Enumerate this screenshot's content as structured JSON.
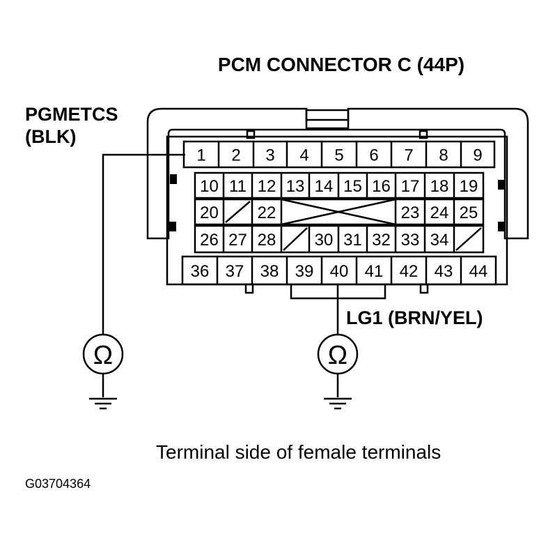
{
  "title": "PCM CONNECTOR C (44P)",
  "left_probe": {
    "line1": "PGMETCS",
    "line2": "(BLK)",
    "symbol": "Ω",
    "ground_icon": "ground-icon"
  },
  "right_probe": {
    "label": "LG1 (BRN/YEL)",
    "symbol": "Ω",
    "ground_icon": "ground-icon"
  },
  "caption": "Terminal side of female terminals",
  "figure_id": "G03704364",
  "rows": [
    [
      "1",
      "2",
      "3",
      "4",
      "5",
      "6",
      "7",
      "8",
      "9"
    ],
    [
      "10",
      "11",
      "12",
      "13",
      "14",
      "15",
      "16",
      "17",
      "18",
      "19"
    ],
    [
      "20",
      "",
      "22",
      "",
      "23",
      "24",
      "25"
    ],
    [
      "26",
      "27",
      "28",
      "",
      "30",
      "31",
      "32",
      "33",
      "34",
      ""
    ],
    [
      "36",
      "37",
      "38",
      "39",
      "40",
      "41",
      "42",
      "43",
      "44"
    ]
  ],
  "probe_terminals": {
    "left": "1",
    "right": "40"
  }
}
